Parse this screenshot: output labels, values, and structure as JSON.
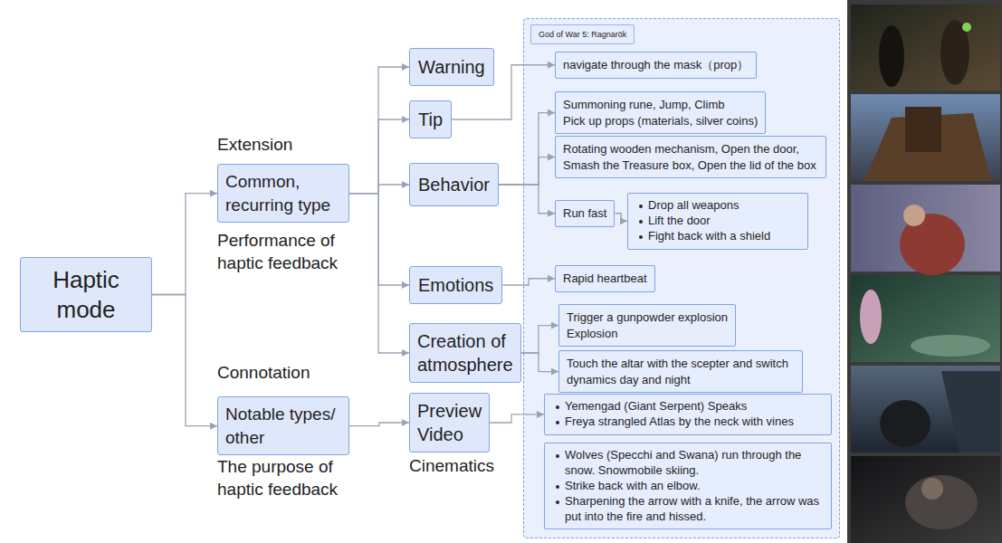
{
  "diagram": {
    "nodes": [
      {
        "text": [
          "Haptic mode"
        ]
      },
      {
        "text": [
          "Common, recurring type"
        ]
      },
      {
        "text": [
          "Notable types/ other"
        ]
      },
      {
        "text": [
          "Warning"
        ]
      },
      {
        "text": [
          "Tip"
        ]
      },
      {
        "text": [
          "Behavior"
        ]
      },
      {
        "text": [
          "Emotions"
        ]
      },
      {
        "text": [
          "Creation of atmosphere"
        ]
      },
      {
        "text": [
          "Preview Video"
        ]
      },
      {
        "text": [
          "God of War 5: Ragnarök"
        ]
      },
      {
        "text": [
          "navigate through the mask（prop）"
        ],
        "in": 9
      },
      {
        "text": [
          "Summoning rune, Jump, Climb",
          "Pick up props (materials, silver coins)"
        ],
        "in": 9
      },
      {
        "text": [
          "Rotating wooden mechanism, Open the door, Smash the Treasure box, Open the lid of the box"
        ],
        "in": 9
      },
      {
        "text": [
          "Run fast"
        ],
        "in": 9
      },
      {
        "text": [
          "Drop all weapons",
          "Lift the door",
          "Fight back with a shield"
        ],
        "in": 9
      },
      {
        "text": [
          "Rapid heartbeat"
        ],
        "in": 9
      },
      {
        "text": [
          "Trigger a gunpowder explosion",
          "Explosion"
        ],
        "in": 9
      },
      {
        "text": [
          "Touch the altar with the scepter and switch dynamics day and night"
        ],
        "in": 9
      },
      {
        "text": [
          "Yemengad (Giant Serpent) Speaks",
          "Freya strangled Atlas by the neck with vines"
        ],
        "in": 9
      },
      {
        "text": [
          "Wolves (Specchi and Swana) run through the snow. Snowmobile skiing.",
          "Strike back with an elbow.",
          "Sharpening the arrow with a knife, the arrow was put into the fire and hissed."
        ],
        "in": 9
      }
    ],
    "edges": [
      {
        "from": 0,
        "to": 1,
        "arrow": "to"
      },
      {
        "from": 0,
        "to": 2,
        "arrow": "to"
      },
      {
        "from": 1,
        "to": 3,
        "arrow": "to"
      },
      {
        "from": 1,
        "to": 4,
        "arrow": "to"
      },
      {
        "from": 1,
        "to": 5,
        "arrow": "to"
      },
      {
        "from": 1,
        "to": 6,
        "arrow": "to"
      },
      {
        "from": 1,
        "to": 7,
        "arrow": "to"
      },
      {
        "from": 2,
        "to": 8,
        "arrow": "to"
      },
      {
        "from": 4,
        "to": 10,
        "arrow": "to"
      },
      {
        "from": 5,
        "to": 11,
        "arrow": "to"
      },
      {
        "from": 5,
        "to": 12,
        "arrow": "to"
      },
      {
        "from": 5,
        "to": 13,
        "arrow": "to"
      },
      {
        "from": 13,
        "to": 14,
        "arrow": "to"
      },
      {
        "from": 6,
        "to": 15,
        "arrow": "to"
      },
      {
        "from": 7,
        "to": 16,
        "arrow": "to"
      },
      {
        "from": 7,
        "to": 17,
        "arrow": "to"
      },
      {
        "from": 8,
        "to": 18,
        "arrow": "to"
      }
    ],
    "labels": [
      "Extension",
      "Performance of haptic feedback",
      "Connotation",
      "The purpose of haptic feedback",
      "Cinematics"
    ]
  }
}
